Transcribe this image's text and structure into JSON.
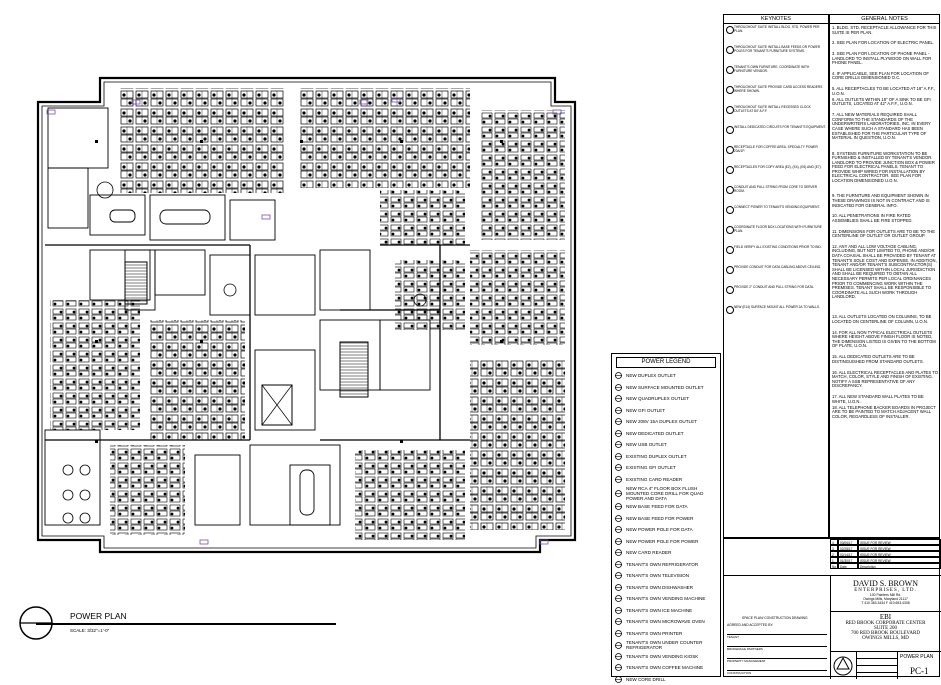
{
  "plan_title": "POWER PLAN",
  "scale": "SCALE: 3/32\"=1'-0\"",
  "keynotes": {
    "title": "KEYNOTES",
    "items": [
      "THROUGHOUT SUITE INSTALL BLDG. STD. POWER PER PLAN.",
      "THROUGHOUT SUITE INSTALL BASE FEEDS OR POWER POLES FOR TENANT'S FURNITURE SYSTEMS.",
      "TENANT'S OWN FURNITURE. COORDINATE WITH FURNITURE VENDOR.",
      "THROUGHOUT SUITE PROVIDE CARD ACCESS READERS WHERE SHOWN.",
      "THROUGHOUT SUITE INSTALL RECESSED CLOCK OUTLETS AT 84\" A.F.F.",
      "INSTALL DEDICATED CIRCUITS FOR TENANT'S EQUIPMENT.",
      "RECEPTACLE FOR COFFEE AREA, SPECIALTY POWER 20A/1P.",
      "RECEPTACLES FOR COPY AREA (E2), (E4), (E6) AND (E7).",
      "CONDUIT AND PULL STRING FROM CORE TO SERVER ROOM.",
      "CONNECT POWER TO TENANT'S VENDING EQUIPMENT.",
      "COORDINATE FLOOR BOX LOCATIONS WITH FURNITURE PLAN.",
      "FIELD VERIFY ALL EXISTING CONDITIONS PRIOR TO BID.",
      "PROVIDE CONDUIT FOR DATA CABLING ABOVE CEILING.",
      "PROVIDE 2\" CONDUIT AND PULL STRING FOR DATA.",
      "NEW (E14) SURFACE MOUNT ALL POWER 2A TO WALLS."
    ]
  },
  "general_notes": {
    "title": "GENERAL NOTES",
    "items": [
      "1. BLDG. STD. RECEPTACLE ALLOWANCE FOR THIS SUITE IS PER PLAN.",
      "2. SEE PLAN FOR LOCATION OF ELECTRIC PANEL.",
      "3. SEE PLAN FOR LOCATION OF PHONE PANEL - LANDLORD TO INSTALL PLYWOOD ON WALL FOR PHONE PANEL.",
      "4. IF APPLICABLE, SEE PLAN FOR LOCATION OF CORE DRILLS DIMENSIONED O.C.",
      "5. ALL RECEPTACLES TO BE LOCATED AT 18\" A.F.F., U.O.N.",
      "6. ALL OUTLETS WITHIN 18\" OF A SINK TO BE GFI OUTLETS, LOCATED AT 42\" A.F.F., U.O.N.",
      "7. ALL NEW MATERIALS REQUIRED SHALL CONFORM TO THE STANDARDS OF THE UNDERWRITERS LABORATORIES, INC. IN EVERY CASE WHERE SUCH A STANDARD HAS BEEN ESTABLISHED FOR THE PARTICULAR TYPE OF MATERIAL IN QUESTION, U.O.N.",
      "8. SYSTEMS FURNITURE WORKSTATION TO BE FURNISHED & INSTALLED BY TENANT'S VENDOR. LANDLORD TO PROVIDE JUNCTION BOX & POWER FEED FOR ELECTRICAL PANELS. TENANT TO PROVIDE WHIP WIRED FOR INSTALLATION BY ELECTRICAL CONTRACTOR. SEE PLAN FOR LOCATION DIMENSIONED U.O.N.",
      "9. THE FURNITURE AND EQUIPMENT SHOWN IN THESE DRAWINGS IS NOT IN CONTRACT AND IS INDICATED FOR GENERAL INFO.",
      "10. ALL PENETRATIONS IN FIRE RATED ASSEMBLIES SHALL BE FIRE STOPPED.",
      "11. DIMENSIONS FOR OUTLETS ARE TO BE TO THE CENTERLINE OF OUTLET OR OUTLET GROUP.",
      "12. ANY AND ALL LOW VOLTAGE CABLING, INCLUDING, BUT NOT LIMITED TO, PHONE AND/OR DATA COAXIAL SHALL BE PROVIDED BY TENANT AT TENANT'S SOLE COST AND EXPENSE. IN ADDITION, TENANT AND/OR TENANT'S SUBCONTRACTOR(S) SHALL BE LICENSED WITHIN LOCAL JURISDICTION AND SHALL BE REQUIRED TO OBTAIN ALL NECESSARY PERMITS PER LOCAL ORDINANCES PRIOR TO COMMENCING WORK WITHIN THE PREMISES. TENANT SHALL BE RESPONSIBLE TO COORDINATE ALL SUCH WORK THROUGH LANDLORD.",
      "13. ALL OUTLETS LOCATED ON COLUMNS, TO BE LOCATED ON CENTERLINE OF COLUMN, U.O.N.",
      "14. FOR ALL NON TYPICAL ELECTRICAL OUTLETS WHERE HEIGHT ABOVE FINISH FLOOR IS NOTED, THE DIMENSION LISTED IS GIVEN TO THE BOTTOM OF PLATE, U.O.N.",
      "15. ALL DEDICATED OUTLETS ARE TO BE DISTINGUISHED FROM STANDARD OUTLETS.",
      "16. ALL ELECTRICAL RECEPTACLES AND PLATES TO MATCH, COLOR, STYLE AND FINISH OF EXISTING. NOTIFY A SSB REPRESENTATIVE OF ANY DISCREPANCY.",
      "17. ALL NEW STANDARD WALL PLATES TO BE WHITE, U.O.N.",
      "18. ALL TELEPHONE BACKER BOARDS IN PROJECT ARE TO BE PAINTED TO MATCH ADJACENT WALL COLOR, REGARDLESS OF INSTALLER."
    ]
  },
  "power_legend": {
    "title": "POWER LEGEND",
    "items": [
      {
        "label": "NEW DUPLEX OUTLET",
        "icon": "duplex-outlet-icon"
      },
      {
        "label": "NEW SURFACE MOUNTED OUTLET",
        "icon": "surface-outlet-icon"
      },
      {
        "label": "NEW QUADRUPLEX OUTLET",
        "icon": "quad-outlet-icon"
      },
      {
        "label": "NEW GFI OUTLET",
        "icon": "gfi-outlet-icon"
      },
      {
        "label": "NEW 208V 15A DUPLEX OUTLET",
        "icon": "208v-outlet-icon"
      },
      {
        "label": "NEW DEDICATED OUTLET",
        "icon": "dedicated-outlet-icon"
      },
      {
        "label": "NEW USB OUTLET",
        "icon": "usb-outlet-icon"
      },
      {
        "label": "EXISTING DUPLEX OUTLET",
        "icon": "existing-duplex-icon"
      },
      {
        "label": "EXISTING GFI OUTLET",
        "icon": "existing-gfi-icon"
      },
      {
        "label": "EXISTING CARD READER",
        "icon": "existing-card-reader-icon"
      },
      {
        "label": "NEW RCA 4\" FLOOR BOX FLUSH MOUNTED CORE DRILL FOR QUAD POWER AND DATA",
        "icon": "floor-box-icon"
      },
      {
        "label": "NEW BASE FEED FOR DATA",
        "icon": "base-feed-data-icon"
      },
      {
        "label": "NEW BASE FEED FOR POWER",
        "icon": "base-feed-power-icon"
      },
      {
        "label": "NEW POWER POLE FOR DATA",
        "icon": "power-pole-data-icon"
      },
      {
        "label": "NEW POWER POLE FOR POWER",
        "icon": "power-pole-power-icon"
      },
      {
        "label": "NEW CARD READER",
        "icon": "card-reader-icon"
      },
      {
        "label": "TENANT'S OWN REFRIGERATOR",
        "icon": "refrigerator-icon"
      },
      {
        "label": "TENANT'S OWN TELEVISION",
        "icon": "television-icon"
      },
      {
        "label": "TENANT'S OWN DISHWASHER",
        "icon": "dishwasher-icon"
      },
      {
        "label": "TENANT'S OWN VENDING MACHINE",
        "icon": "vending-icon"
      },
      {
        "label": "TENANT'S OWN ICE MACHINE",
        "icon": "ice-machine-icon"
      },
      {
        "label": "TENANT'S OWN MICROWAVE OVEN",
        "icon": "microwave-icon"
      },
      {
        "label": "TENANT'S OWN PRINTER",
        "icon": "printer-icon"
      },
      {
        "label": "TENANT'S OWN UNDER COUNTER REFRIGERATOR",
        "icon": "undercounter-fridge-icon"
      },
      {
        "label": "TENANT'S OWN VENDING KIOSK",
        "icon": "vending-kiosk-icon"
      },
      {
        "label": "TENANT'S OWN COFFEE MACHINE",
        "icon": "coffee-machine-icon"
      },
      {
        "label": "NEW CORE DRILL",
        "icon": "core-drill-icon"
      }
    ]
  },
  "revisions": [
    {
      "num": "4",
      "date": "03/06/17",
      "desc": "ISSUE FOR REVIEW"
    },
    {
      "num": "3",
      "date": "02/28/17",
      "desc": "ISSUE FOR REVIEW"
    },
    {
      "num": "2",
      "date": "02/14/17",
      "desc": "ISSUE FOR REVIEW"
    },
    {
      "num": "1",
      "date": "01/30/17",
      "desc": "ISSUE FOR REVIEW"
    }
  ],
  "revision_headers": {
    "num": "No.",
    "date": "Date",
    "desc": "Description"
  },
  "approval": {
    "title": "SPACE PLAN/ CONSTRUCTION DRAWING",
    "agreed": "AGREED AND ACCEPTED BY:",
    "fields": [
      "TENANT",
      "BROKERAGE PARTNERS",
      "PROPERTY MANAGEMENT",
      "CONSTRUCTION"
    ]
  },
  "firm": {
    "name": "DAVID S. BROWN",
    "sub": "ENTERPRISES, LTD.",
    "addr1": "100 Painters Mill Rd.",
    "addr2": "Owings Mills, Maryland 21117",
    "phone": "T 410.363.3434 F 410.653.4308"
  },
  "project": {
    "tenant": "EBI",
    "building": "RED BROOK CORPORATE CENTER",
    "suite": "SUITE 200",
    "street": "700 RED BROOK BOULEVARD",
    "city": "OWINGS MILLS, MD"
  },
  "sheet": {
    "name": "POWER PLAN",
    "number": "PC-1"
  }
}
